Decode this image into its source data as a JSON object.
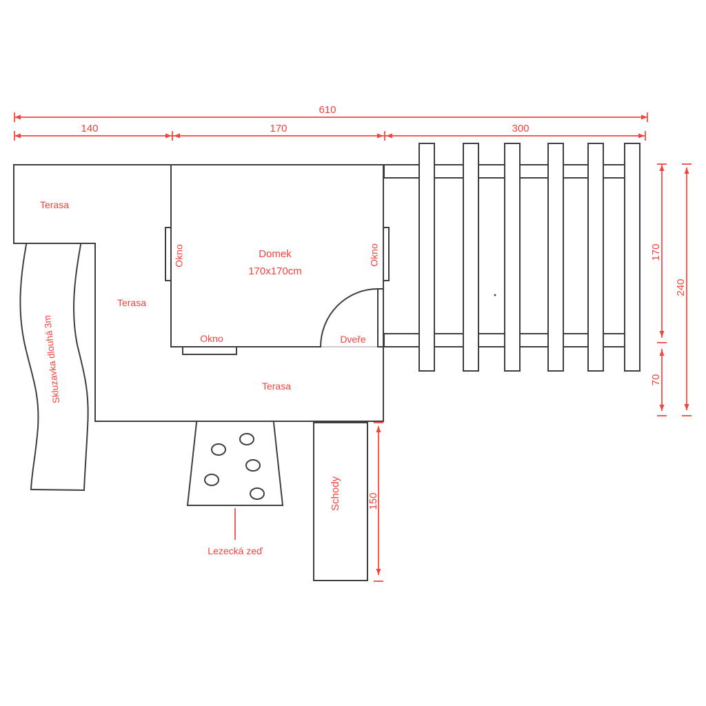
{
  "palette": {
    "line_color": "#3d3d3d",
    "dimension_color": "#f4423c",
    "background": "#ffffff"
  },
  "dims": {
    "total_width": "610",
    "terrace_width": "140",
    "house_width": "170",
    "fence_width": "300",
    "house_depth": "170",
    "total_depth": "240",
    "terrace_depth": "70",
    "stairs_length": "150"
  },
  "labels": {
    "terrace_top": "Terasa",
    "terrace_mid": "Terasa",
    "terrace_bottom": "Terasa",
    "house_name": "Domek",
    "house_size": "170x170cm",
    "window_left": "Okno",
    "window_right": "Okno",
    "window_bottom": "Okno",
    "door": "Dveře",
    "slide": "Skluzavka dlouhá 3m",
    "climbing_wall": "Lezecká zeď",
    "stairs": "Schody"
  }
}
